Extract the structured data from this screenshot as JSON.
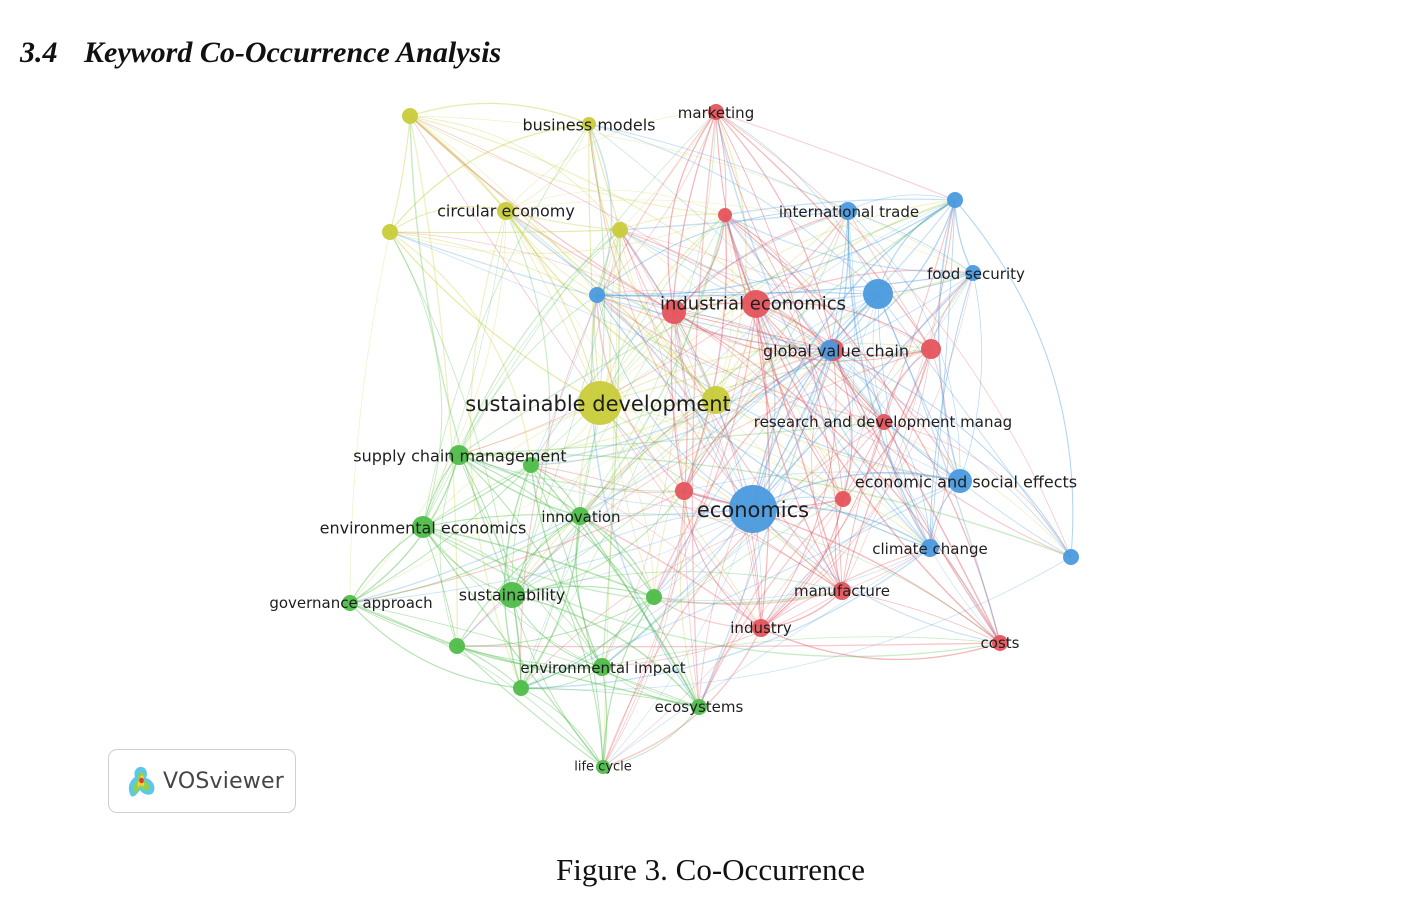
{
  "heading": {
    "number": "3.4",
    "title": "Keyword Co-Occurrence Analysis"
  },
  "figure": {
    "caption": "Figure 3. Co-Occurrence",
    "logo_text": "VOSviewer",
    "logo_icon": "vosviewer-logo-icon"
  },
  "colors": {
    "red": "#e5545c",
    "green": "#4fbd4a",
    "blue": "#4a9ade",
    "yellow": "#c9cc3a"
  },
  "network": {
    "nodes": [
      {
        "id": "sustainable-development",
        "label": "sustainable development",
        "cluster": "yellow",
        "weight": 22
      },
      {
        "id": "circular-economy",
        "label": "circular economy",
        "cluster": "yellow",
        "weight": 9
      },
      {
        "id": "business-models",
        "label": "business models",
        "cluster": "yellow",
        "weight": 7
      },
      {
        "id": "yellow-a",
        "label": "",
        "cluster": "yellow",
        "weight": 8
      },
      {
        "id": "yellow-b",
        "label": "",
        "cluster": "yellow",
        "weight": 8
      },
      {
        "id": "yellow-c",
        "label": "",
        "cluster": "yellow",
        "weight": 8
      },
      {
        "id": "yellow-d",
        "label": "",
        "cluster": "yellow",
        "weight": 14
      },
      {
        "id": "marketing",
        "label": "marketing",
        "cluster": "red",
        "weight": 8
      },
      {
        "id": "industrial-economics",
        "label": "industrial economics",
        "cluster": "red",
        "weight": 14
      },
      {
        "id": "global-value-chain",
        "label": "global value chain",
        "cluster": "red",
        "weight": 11
      },
      {
        "id": "research-and-development-manag",
        "label": "research and development manag",
        "cluster": "red",
        "weight": 8
      },
      {
        "id": "manufacture",
        "label": "manufacture",
        "cluster": "red",
        "weight": 9
      },
      {
        "id": "industry",
        "label": "industry",
        "cluster": "red",
        "weight": 9
      },
      {
        "id": "costs",
        "label": "costs",
        "cluster": "red",
        "weight": 8
      },
      {
        "id": "red-a",
        "label": "",
        "cluster": "red",
        "weight": 7
      },
      {
        "id": "red-b",
        "label": "",
        "cluster": "red",
        "weight": 12
      },
      {
        "id": "red-c",
        "label": "",
        "cluster": "red",
        "weight": 10
      },
      {
        "id": "red-d",
        "label": "",
        "cluster": "red",
        "weight": 8
      },
      {
        "id": "red-e",
        "label": "",
        "cluster": "red",
        "weight": 9
      },
      {
        "id": "economics",
        "label": "economics",
        "cluster": "blue",
        "weight": 24
      },
      {
        "id": "international-trade",
        "label": "international trade",
        "cluster": "blue",
        "weight": 9
      },
      {
        "id": "food-security",
        "label": "food security",
        "cluster": "blue",
        "weight": 8
      },
      {
        "id": "economic-and-social-effects",
        "label": "economic and social effects",
        "cluster": "blue",
        "weight": 12
      },
      {
        "id": "climate-change",
        "label": "climate change",
        "cluster": "blue",
        "weight": 9
      },
      {
        "id": "blue-a",
        "label": "",
        "cluster": "blue",
        "weight": 8
      },
      {
        "id": "blue-b",
        "label": "",
        "cluster": "blue",
        "weight": 15
      },
      {
        "id": "blue-c",
        "label": "",
        "cluster": "blue",
        "weight": 8
      },
      {
        "id": "blue-d",
        "label": "",
        "cluster": "blue",
        "weight": 8
      },
      {
        "id": "blue-e",
        "label": "",
        "cluster": "blue",
        "weight": 10
      },
      {
        "id": "supply-chain-management",
        "label": "supply chain management",
        "cluster": "green",
        "weight": 10
      },
      {
        "id": "environmental-economics",
        "label": "environmental economics",
        "cluster": "green",
        "weight": 11
      },
      {
        "id": "innovation",
        "label": "innovation",
        "cluster": "green",
        "weight": 9
      },
      {
        "id": "governance-approach",
        "label": "governance approach",
        "cluster": "green",
        "weight": 8
      },
      {
        "id": "sustainability",
        "label": "sustainability",
        "cluster": "green",
        "weight": 13
      },
      {
        "id": "environmental-impact",
        "label": "environmental impact",
        "cluster": "green",
        "weight": 9
      },
      {
        "id": "ecosystems",
        "label": "ecosystems",
        "cluster": "green",
        "weight": 8
      },
      {
        "id": "life-cycle",
        "label": "life cycle",
        "cluster": "green",
        "weight": 7
      },
      {
        "id": "green-a",
        "label": "",
        "cluster": "green",
        "weight": 8
      },
      {
        "id": "green-b",
        "label": "",
        "cluster": "green",
        "weight": 8
      },
      {
        "id": "green-c",
        "label": "",
        "cluster": "green",
        "weight": 8
      },
      {
        "id": "green-d",
        "label": "",
        "cluster": "green",
        "weight": 8
      }
    ]
  }
}
